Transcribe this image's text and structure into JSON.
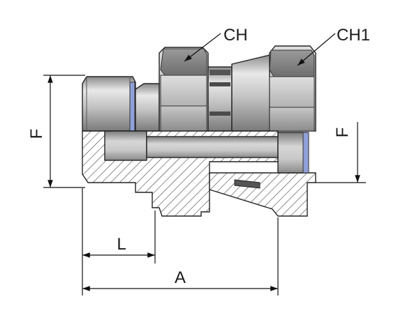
{
  "labels": {
    "ch": "CH",
    "ch1": "CH1",
    "f_left": "F",
    "f_right": "F",
    "l": "L",
    "a": "A"
  },
  "colors": {
    "metal_light": "#e6e6e6",
    "metal_mid": "#b5b5b5",
    "metal_dark": "#7d7d7d",
    "seal_blue": "#8fa0d8",
    "line": "#111111"
  }
}
